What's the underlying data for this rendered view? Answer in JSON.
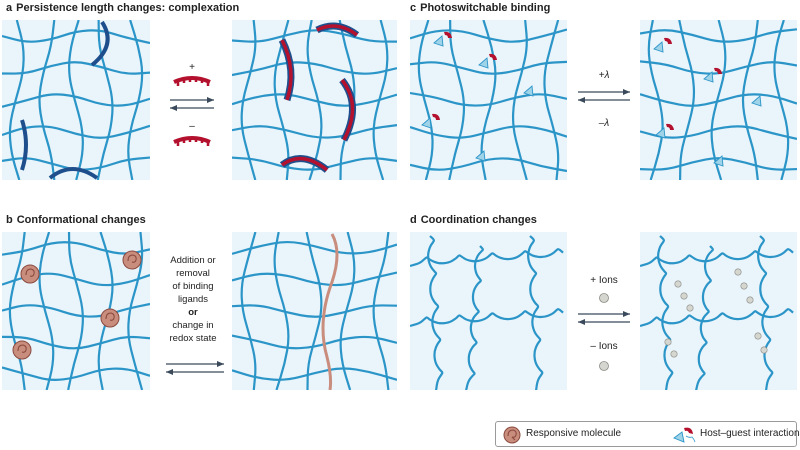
{
  "panels": {
    "a": {
      "letter": "a",
      "title": "Persistence length changes: complexation",
      "plus": "+",
      "minus": "–"
    },
    "b": {
      "letter": "b",
      "title": "Conformational changes",
      "stimulus_lines": [
        "Addition or",
        "removal",
        "of binding",
        "ligands",
        "or",
        "change in",
        "redox state"
      ]
    },
    "c": {
      "letter": "c",
      "title": "Photoswitchable binding",
      "forward": "+λ",
      "reverse": "–λ"
    },
    "d": {
      "letter": "d",
      "title": "Coordination changes",
      "add": "+ Ions",
      "remove": "– Ions"
    }
  },
  "legend": {
    "responsive_molecule": "Responsive molecule",
    "host_guest": "Host–guest interactions"
  },
  "colors": {
    "network": "#2b95c8",
    "panel_bg": "#e9f4fb",
    "polymer_dark": "#1e4f8c",
    "complex_red": "#b3112e",
    "responsive": "#c98d7e",
    "guest": "#9fd3e8",
    "ion": "#d6d6d0",
    "arrow": "#3a4a5a"
  }
}
